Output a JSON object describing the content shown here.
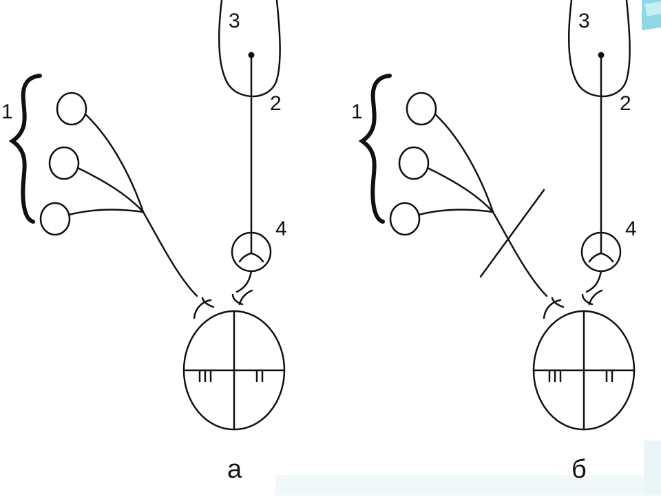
{
  "labels": {
    "group": "1",
    "two": "2",
    "three": "3",
    "four": "4",
    "roman_left": "III",
    "roman_right": "II"
  },
  "panels": [
    {
      "caption": "а",
      "crossed": false
    },
    {
      "caption": "б",
      "crossed": true
    }
  ],
  "colors": {
    "line": "#111111",
    "accent_top": "#8ed8e6",
    "accent_mid": "#b8e9f1",
    "fade": "#e9f4f7"
  }
}
